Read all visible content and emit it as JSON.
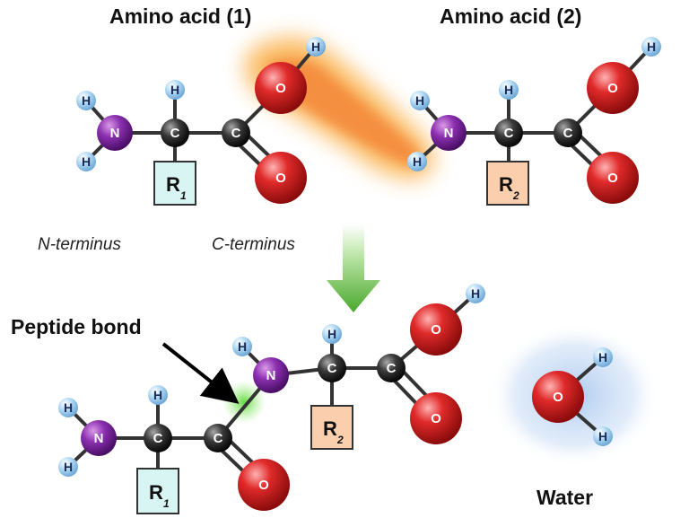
{
  "titles": {
    "amino_acid_1": "Amino acid (1)",
    "amino_acid_2": "Amino acid (2)"
  },
  "terminus": {
    "n": "N-terminus",
    "c": "C-terminus"
  },
  "labels": {
    "peptide_bond": "Peptide bond",
    "water": "Water"
  },
  "atoms": {
    "N": "N",
    "C": "C",
    "O": "O",
    "H": "H"
  },
  "residues": {
    "r1_main": "R",
    "r1_sub": "1",
    "r2_main": "R",
    "r2_sub": "2"
  },
  "colors": {
    "nitrogen": "#7a1f9c",
    "carbon": "#2a2a2a",
    "oxygen": "#cc1f1f",
    "hydrogen": "#8fc8ee",
    "r1_box": "#d9f5f3",
    "r2_box": "#fbcfae",
    "arrow_green": "#3f9e2a",
    "glow_orange": "#f7a12c",
    "glow_green": "#7be05a",
    "glow_blue": "#bcd6f2"
  }
}
